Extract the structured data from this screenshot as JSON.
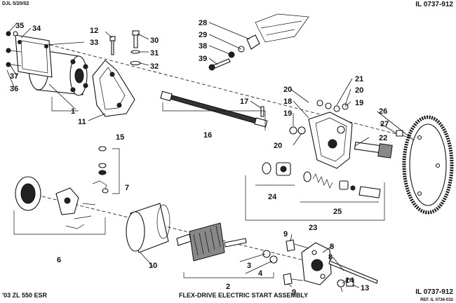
{
  "header": {
    "date_code": "DJL 5/20/02",
    "illustration_code": "IL 0737-912"
  },
  "footer": {
    "model": "'03 ZL 550 ESR",
    "title": "FLEX-DRIVE ELECTRIC START ASSEMBLY",
    "illustration_code": "IL 0737-912",
    "reference": "REF. IL 0736-032"
  },
  "callouts": {
    "c1": "1",
    "c2": "2",
    "c3": "3",
    "c4": "4",
    "c5": "5",
    "c6": "6",
    "c7": "7",
    "c8": "8",
    "c9a": "9",
    "c9b": "9",
    "c10": "10",
    "c11": "11",
    "c12": "12",
    "c13": "13",
    "c14": "14",
    "c15": "15",
    "c16": "16",
    "c17": "17",
    "c18": "18",
    "c19a": "19",
    "c19b": "19",
    "c20a": "20",
    "c20b": "20",
    "c20c": "20",
    "c21": "21",
    "c22": "22",
    "c23": "23",
    "c24": "24",
    "c25": "25",
    "c26": "26",
    "c27": "27",
    "c28": "28",
    "c29": "29",
    "c30": "30",
    "c31": "31",
    "c32": "32",
    "c33": "33",
    "c34": "34",
    "c35": "35",
    "c36": "36",
    "c37": "37",
    "c38": "38",
    "c39": "39"
  }
}
